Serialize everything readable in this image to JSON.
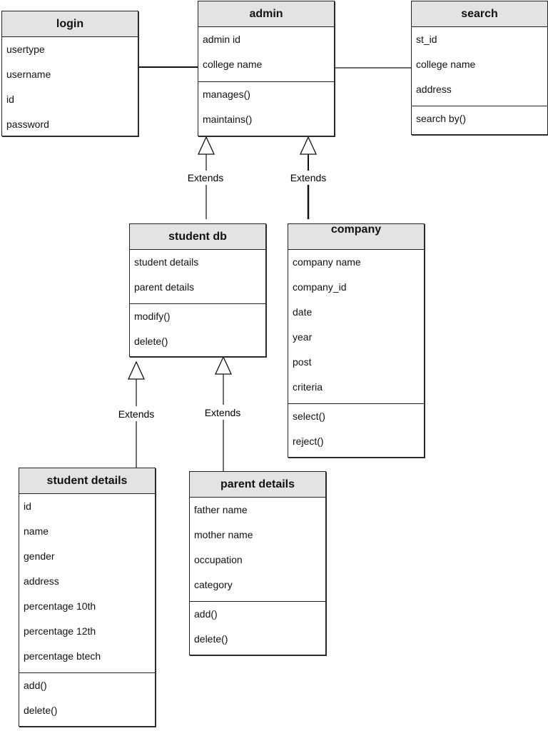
{
  "diagram": {
    "extends_label": "Extends",
    "classes": {
      "login": {
        "name": "login",
        "attributes": [
          "usertype",
          "username",
          "id",
          "password"
        ],
        "methods": []
      },
      "admin": {
        "name": "admin",
        "attributes": [
          "admin id",
          "college name"
        ],
        "methods": [
          "manages()",
          "maintains()"
        ]
      },
      "search": {
        "name": "search",
        "attributes": [
          "st_id",
          "college name",
          "address"
        ],
        "methods": [
          "search by()"
        ]
      },
      "student_db": {
        "name": "student db",
        "attributes": [
          "student details",
          "parent details"
        ],
        "methods": [
          "modify()",
          "delete()"
        ]
      },
      "company": {
        "name": "company",
        "attributes": [
          "company name",
          "company_id",
          "date",
          "year",
          "post",
          "criteria"
        ],
        "methods": [
          "select()",
          "reject()"
        ]
      },
      "student_details": {
        "name": "student details",
        "attributes": [
          "id",
          "name",
          "gender",
          "address",
          "percentage 10th",
          "percentage 12th",
          "percentage btech"
        ],
        "methods": [
          "add()",
          "delete()"
        ]
      },
      "parent_details": {
        "name": "parent details",
        "attributes": [
          "father name",
          "mother name",
          "occupation",
          "category"
        ],
        "methods": [
          "add()",
          "delete()"
        ]
      }
    },
    "relations": [
      {
        "type": "association",
        "from": "login",
        "to": "admin"
      },
      {
        "type": "association",
        "from": "admin",
        "to": "search"
      },
      {
        "type": "extends",
        "from": "student_db",
        "to": "admin"
      },
      {
        "type": "extends",
        "from": "company",
        "to": "admin"
      },
      {
        "type": "extends",
        "from": "student_details",
        "to": "student_db"
      },
      {
        "type": "extends",
        "from": "parent_details",
        "to": "student_db"
      }
    ]
  }
}
